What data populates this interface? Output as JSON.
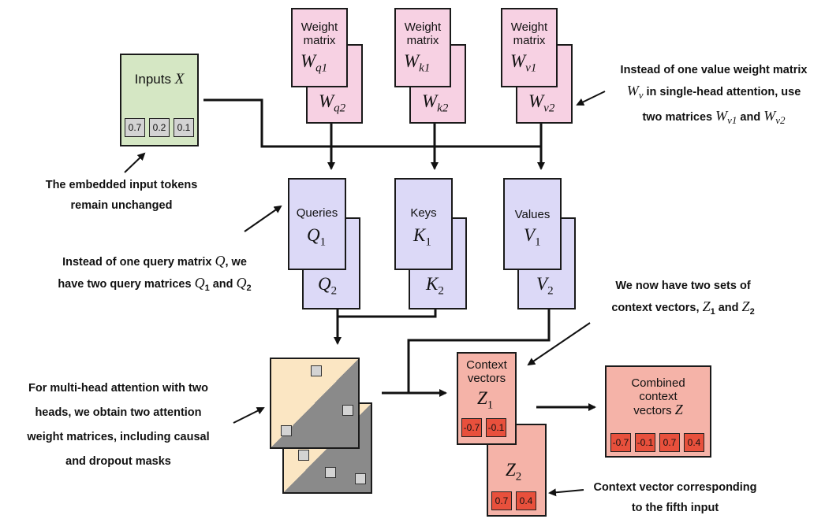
{
  "inputs": {
    "label": "Inputs",
    "symbol": "X",
    "values": [
      "0.7",
      "0.2",
      "0.1"
    ]
  },
  "weights": [
    {
      "label_line1": "Weight",
      "label_line2": "matrix",
      "front": "W",
      "front_sub": "q1",
      "back": "W",
      "back_sub": "q2"
    },
    {
      "label_line1": "Weight",
      "label_line2": "matrix",
      "front": "W",
      "front_sub": "k1",
      "back": "W",
      "back_sub": "k2"
    },
    {
      "label_line1": "Weight",
      "label_line2": "matrix",
      "front": "W",
      "front_sub": "v1",
      "back": "W",
      "back_sub": "v2"
    }
  ],
  "projections": [
    {
      "label": "Queries",
      "front": "Q",
      "front_sub": "1",
      "back": "Q",
      "back_sub": "2"
    },
    {
      "label": "Keys",
      "front": "K",
      "front_sub": "1",
      "back": "K",
      "back_sub": "2"
    },
    {
      "label": "Values",
      "front": "V",
      "front_sub": "1",
      "back": "V",
      "back_sub": "2"
    }
  ],
  "context": {
    "label_line1": "Context",
    "label_line2": "vectors",
    "front": "Z",
    "front_sub": "1",
    "front_values": [
      "-0.7",
      "-0.1"
    ],
    "back": "Z",
    "back_sub": "2",
    "back_values": [
      "0.7",
      "0.4"
    ]
  },
  "combined": {
    "label_line1": "Combined",
    "label_line2": "context",
    "label_line3": "vectors",
    "symbol": "Z",
    "values": [
      "-0.7",
      "-0.1",
      "0.7",
      "0.4"
    ]
  },
  "annotations": {
    "value_weights": {
      "line1": "Instead of one value weight matrix",
      "line2_sym": "W",
      "line2_sub": "v",
      "line2_rest": " in single-head attention, use",
      "line3_pre": "two matrices ",
      "line3_sym1": "W",
      "line3_sub1": "v1",
      "line3_mid": " and ",
      "line3_sym2": "W",
      "line3_sub2": "v2"
    },
    "inputs_note": {
      "line1": "The embedded input tokens",
      "line2": "remain unchanged"
    },
    "query_note": {
      "line1_pre": "Instead of one query matrix ",
      "line1_sym": "Q",
      "line1_post": ", we",
      "line2_pre": "have two query matrices ",
      "line2_sym1": "Q",
      "line2_sub1": "1",
      "line2_mid": " and ",
      "line2_sym2": "Q",
      "line2_sub2": "2"
    },
    "context_note": {
      "line1": "We now have two sets of",
      "line2_pre": "context vectors, ",
      "line2_sym1": "Z",
      "line2_sub1": "1",
      "line2_mid": " and ",
      "line2_sym2": "Z",
      "line2_sub2": "2"
    },
    "attention_note": {
      "line1": "For multi-head attention with two",
      "line2": "heads, we obtain two attention",
      "line3": "weight matrices, including causal",
      "line4": "and dropout masks"
    },
    "fifth_note": {
      "line1": "Context vector corresponding",
      "line2": "to the fifth input"
    }
  },
  "colors": {
    "inputs": "#d5e7c4",
    "weights": "#f7d1e3",
    "projections": "#dcd9f7",
    "context": "#f5b3a8",
    "cells_red": "#e8503c",
    "cells_gray": "#d3d3d3",
    "attention_light": "#fbe6c3",
    "attention_dark": "#8a8a8a"
  }
}
